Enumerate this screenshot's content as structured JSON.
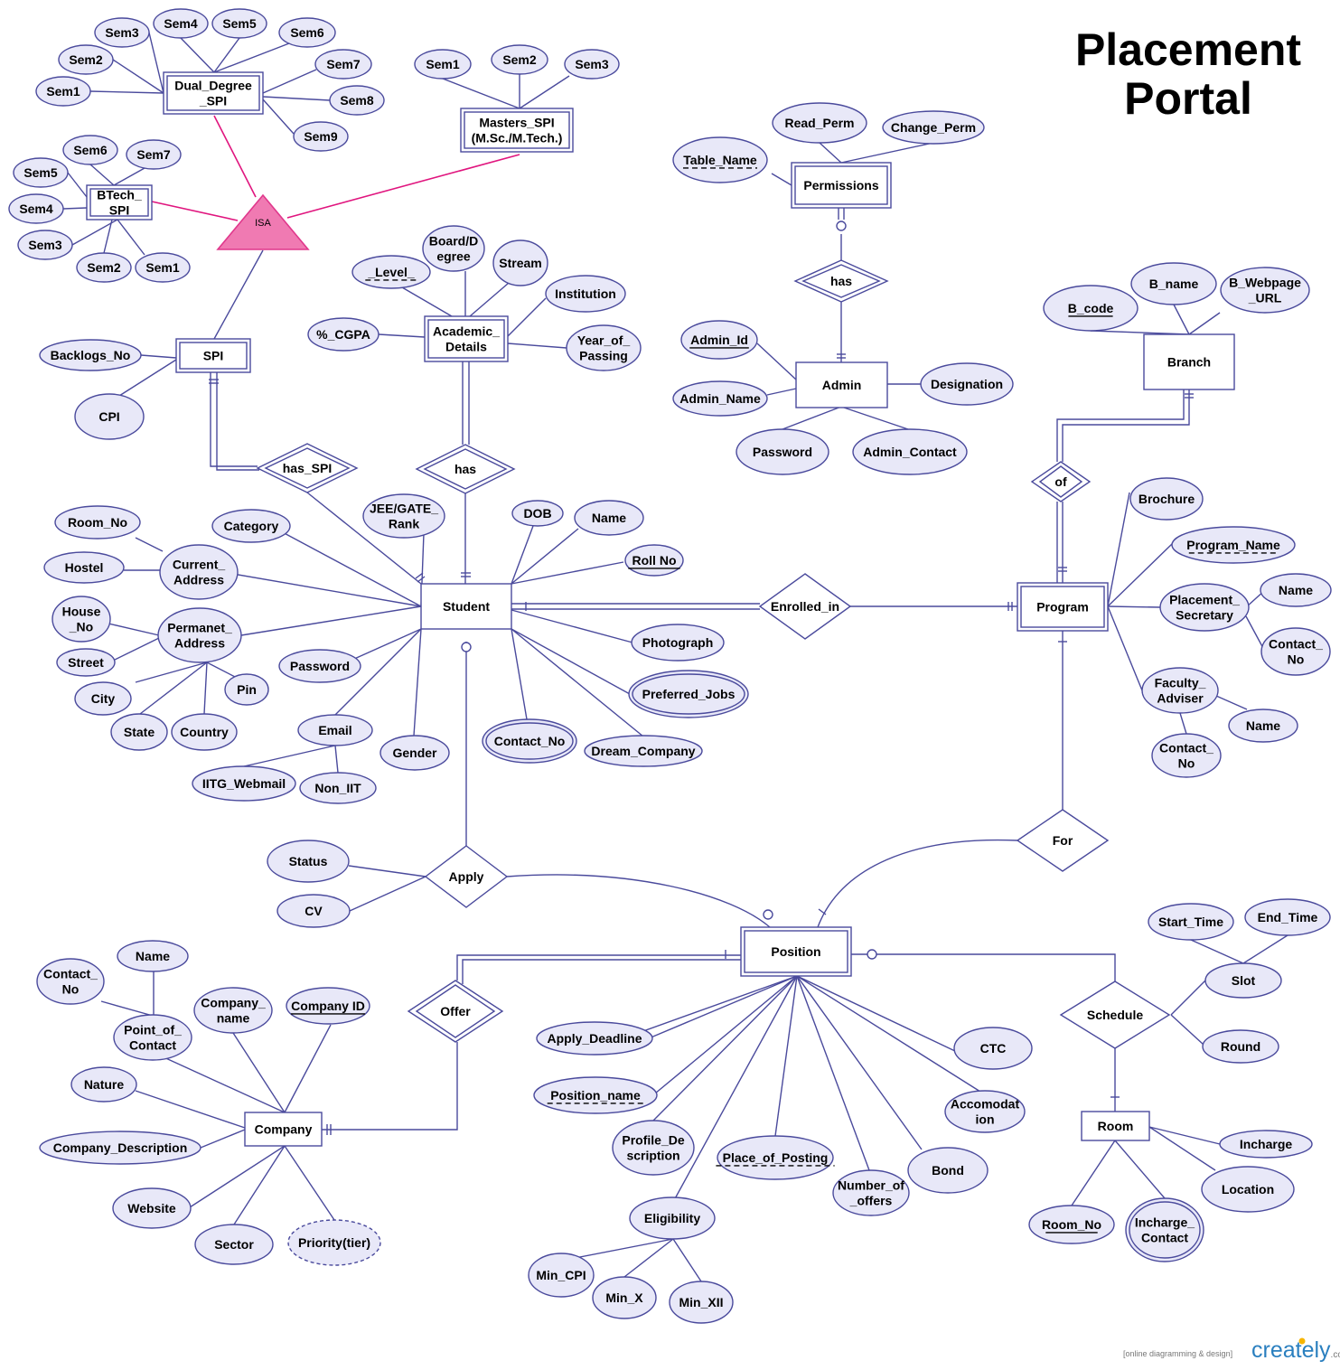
{
  "title": [
    "Placement",
    "Portal"
  ],
  "watermark": "[online diagramming & design]",
  "brand": "creately",
  "brand_suffix": ".com",
  "colors": {
    "stroke": "#4a4a9c",
    "ellipse_fill": "#e8e8f8",
    "isa_fill": "#f07ab2",
    "isa_stroke": "#e0388c",
    "isa_line": "#e0157e"
  },
  "entities": [
    {
      "id": "dual",
      "label": [
        "Dual_Degree",
        "_SPI"
      ],
      "kind": "weak"
    },
    {
      "id": "masters",
      "label": [
        "Masters_SPI",
        "(M.Sc./M.Tech.)"
      ],
      "kind": "weak"
    },
    {
      "id": "btech",
      "label": [
        "BTech_",
        "SPI"
      ],
      "kind": "weak"
    },
    {
      "id": "spi",
      "label": [
        "SPI"
      ],
      "kind": "weak"
    },
    {
      "id": "academic",
      "label": [
        "Academic_",
        "Details"
      ],
      "kind": "weak"
    },
    {
      "id": "permissions",
      "label": [
        "Permissions"
      ],
      "kind": "weak"
    },
    {
      "id": "admin",
      "label": [
        "Admin"
      ],
      "kind": "strong"
    },
    {
      "id": "branch",
      "label": [
        "Branch"
      ],
      "kind": "strong"
    },
    {
      "id": "student",
      "label": [
        "Student"
      ],
      "kind": "strong"
    },
    {
      "id": "program",
      "label": [
        "Program"
      ],
      "kind": "weak"
    },
    {
      "id": "position",
      "label": [
        "Position"
      ],
      "kind": "weak"
    },
    {
      "id": "company",
      "label": [
        "Company"
      ],
      "kind": "strong"
    },
    {
      "id": "room",
      "label": [
        "Room"
      ],
      "kind": "strong"
    }
  ],
  "relationships": [
    {
      "id": "has_spi",
      "label": "has_SPI",
      "kind": "identifying"
    },
    {
      "id": "has_ac",
      "label": "has",
      "kind": "identifying"
    },
    {
      "id": "has_perm",
      "label": "has",
      "kind": "identifying"
    },
    {
      "id": "of",
      "label": "of",
      "kind": "identifying"
    },
    {
      "id": "enrolled",
      "label": "Enrolled_in",
      "kind": "regular"
    },
    {
      "id": "for",
      "label": "For",
      "kind": "regular"
    },
    {
      "id": "apply",
      "label": "Apply",
      "kind": "regular"
    },
    {
      "id": "offer",
      "label": "Offer",
      "kind": "identifying"
    },
    {
      "id": "schedule",
      "label": "Schedule",
      "kind": "regular"
    }
  ],
  "isa": {
    "label": "ISA"
  },
  "attributes": [
    {
      "id": "d_sem1",
      "label": [
        "Sem1"
      ],
      "kind": "normal"
    },
    {
      "id": "d_sem2",
      "label": [
        "Sem2"
      ],
      "kind": "normal"
    },
    {
      "id": "d_sem3",
      "label": [
        "Sem3"
      ],
      "kind": "normal"
    },
    {
      "id": "d_sem4",
      "label": [
        "Sem4"
      ],
      "kind": "normal"
    },
    {
      "id": "d_sem5",
      "label": [
        "Sem5"
      ],
      "kind": "normal"
    },
    {
      "id": "d_sem6",
      "label": [
        "Sem6"
      ],
      "kind": "normal"
    },
    {
      "id": "d_sem7",
      "label": [
        "Sem7"
      ],
      "kind": "normal"
    },
    {
      "id": "d_sem8",
      "label": [
        "Sem8"
      ],
      "kind": "normal"
    },
    {
      "id": "d_sem9",
      "label": [
        "Sem9"
      ],
      "kind": "normal"
    },
    {
      "id": "m_sem1",
      "label": [
        "Sem1"
      ],
      "kind": "normal"
    },
    {
      "id": "m_sem2",
      "label": [
        "Sem2"
      ],
      "kind": "normal"
    },
    {
      "id": "m_sem3",
      "label": [
        "Sem3"
      ],
      "kind": "normal"
    },
    {
      "id": "b_sem6",
      "label": [
        "Sem6"
      ],
      "kind": "normal"
    },
    {
      "id": "b_sem7",
      "label": [
        "Sem7"
      ],
      "kind": "normal"
    },
    {
      "id": "b_sem5",
      "label": [
        "Sem5"
      ],
      "kind": "normal"
    },
    {
      "id": "b_sem4",
      "label": [
        "Sem4"
      ],
      "kind": "normal"
    },
    {
      "id": "b_sem3",
      "label": [
        "Sem3"
      ],
      "kind": "normal"
    },
    {
      "id": "b_sem2",
      "label": [
        "Sem2"
      ],
      "kind": "normal"
    },
    {
      "id": "b_sem1",
      "label": [
        "Sem1"
      ],
      "kind": "normal"
    },
    {
      "id": "backlogs",
      "label": [
        "Backlogs_No"
      ],
      "kind": "normal"
    },
    {
      "id": "cpi",
      "label": [
        "CPI"
      ],
      "kind": "normal"
    },
    {
      "id": "level",
      "label": [
        "_Level_"
      ],
      "kind": "partial"
    },
    {
      "id": "board",
      "label": [
        "Board/D",
        "egree"
      ],
      "kind": "normal"
    },
    {
      "id": "stream",
      "label": [
        "Stream"
      ],
      "kind": "normal"
    },
    {
      "id": "institution",
      "label": [
        "Institution"
      ],
      "kind": "normal"
    },
    {
      "id": "cgpa",
      "label": [
        "%_CGPA"
      ],
      "kind": "normal"
    },
    {
      "id": "yop",
      "label": [
        "Year_of_",
        "Passing"
      ],
      "kind": "normal"
    },
    {
      "id": "read_perm",
      "label": [
        "Read_Perm"
      ],
      "kind": "normal"
    },
    {
      "id": "change_perm",
      "label": [
        "Change_Perm"
      ],
      "kind": "normal"
    },
    {
      "id": "table_name",
      "label": [
        "Table_Name"
      ],
      "kind": "partial"
    },
    {
      "id": "admin_id",
      "label": [
        "Admin_Id"
      ],
      "kind": "key"
    },
    {
      "id": "admin_name",
      "label": [
        "Admin_Name"
      ],
      "kind": "normal"
    },
    {
      "id": "designation",
      "label": [
        "Designation"
      ],
      "kind": "normal"
    },
    {
      "id": "password_a",
      "label": [
        "Password"
      ],
      "kind": "normal"
    },
    {
      "id": "admin_contact",
      "label": [
        "Admin_Contact"
      ],
      "kind": "normal"
    },
    {
      "id": "b_code",
      "label": [
        "B_code"
      ],
      "kind": "key"
    },
    {
      "id": "b_name",
      "label": [
        "B_name"
      ],
      "kind": "normal"
    },
    {
      "id": "b_web",
      "label": [
        "B_Webpage",
        "_URL"
      ],
      "kind": "normal"
    },
    {
      "id": "brochure",
      "label": [
        "Brochure"
      ],
      "kind": "normal"
    },
    {
      "id": "program_name",
      "label": [
        "Program_Name"
      ],
      "kind": "partial"
    },
    {
      "id": "placement_sec",
      "label": [
        "Placement_",
        "Secretary"
      ],
      "kind": "normal"
    },
    {
      "id": "ps_name",
      "label": [
        "Name"
      ],
      "kind": "normal"
    },
    {
      "id": "ps_contact",
      "label": [
        "Contact_",
        "No"
      ],
      "kind": "normal"
    },
    {
      "id": "faculty",
      "label": [
        "Faculty_",
        "Adviser"
      ],
      "kind": "normal"
    },
    {
      "id": "fa_name",
      "label": [
        "Name"
      ],
      "kind": "normal"
    },
    {
      "id": "fa_contact",
      "label": [
        "Contact_",
        "No"
      ],
      "kind": "normal"
    },
    {
      "id": "room_no_s",
      "label": [
        "Room_No"
      ],
      "kind": "normal"
    },
    {
      "id": "hostel",
      "label": [
        "Hostel"
      ],
      "kind": "normal"
    },
    {
      "id": "current_addr",
      "label": [
        "Current_",
        "Address"
      ],
      "kind": "normal"
    },
    {
      "id": "category",
      "label": [
        "Category"
      ],
      "kind": "normal"
    },
    {
      "id": "jee",
      "label": [
        "JEE/GATE_",
        "Rank"
      ],
      "kind": "normal"
    },
    {
      "id": "dob",
      "label": [
        "DOB"
      ],
      "kind": "normal"
    },
    {
      "id": "name_s",
      "label": [
        "Name"
      ],
      "kind": "normal"
    },
    {
      "id": "roll_no",
      "label": [
        "Roll No"
      ],
      "kind": "key"
    },
    {
      "id": "house_no",
      "label": [
        "House",
        "_No"
      ],
      "kind": "normal"
    },
    {
      "id": "street",
      "label": [
        "Street"
      ],
      "kind": "normal"
    },
    {
      "id": "perm_addr",
      "label": [
        "Permanet_",
        "Address"
      ],
      "kind": "normal"
    },
    {
      "id": "city",
      "label": [
        "City"
      ],
      "kind": "normal"
    },
    {
      "id": "state",
      "label": [
        "State"
      ],
      "kind": "normal"
    },
    {
      "id": "country",
      "label": [
        "Country"
      ],
      "kind": "normal"
    },
    {
      "id": "pin",
      "label": [
        "Pin"
      ],
      "kind": "normal"
    },
    {
      "id": "password_s",
      "label": [
        "Password"
      ],
      "kind": "normal"
    },
    {
      "id": "email",
      "label": [
        "Email"
      ],
      "kind": "normal"
    },
    {
      "id": "iitg_webmail",
      "label": [
        "IITG_Webmail"
      ],
      "kind": "normal"
    },
    {
      "id": "non_iit",
      "label": [
        "Non_IIT"
      ],
      "kind": "normal"
    },
    {
      "id": "gender",
      "label": [
        "Gender"
      ],
      "kind": "normal"
    },
    {
      "id": "contact_no_s",
      "label": [
        "Contact_No"
      ],
      "kind": "multi"
    },
    {
      "id": "dream",
      "label": [
        "Dream_Company"
      ],
      "kind": "normal"
    },
    {
      "id": "photograph",
      "label": [
        "Photograph"
      ],
      "kind": "normal"
    },
    {
      "id": "pref_jobs",
      "label": [
        "Preferred_Jobs"
      ],
      "kind": "multi"
    },
    {
      "id": "status",
      "label": [
        "Status"
      ],
      "kind": "normal"
    },
    {
      "id": "cv",
      "label": [
        "CV"
      ],
      "kind": "normal"
    },
    {
      "id": "poc_contact",
      "label": [
        "Contact_",
        "No"
      ],
      "kind": "normal"
    },
    {
      "id": "poc_name",
      "label": [
        "Name"
      ],
      "kind": "normal"
    },
    {
      "id": "poc",
      "label": [
        "Point_of_",
        "Contact"
      ],
      "kind": "normal"
    },
    {
      "id": "company_name",
      "label": [
        "Company_",
        "name"
      ],
      "kind": "normal"
    },
    {
      "id": "company_id",
      "label": [
        "Company ID"
      ],
      "kind": "key"
    },
    {
      "id": "nature",
      "label": [
        "Nature"
      ],
      "kind": "normal"
    },
    {
      "id": "company_desc",
      "label": [
        "Company_Description"
      ],
      "kind": "normal"
    },
    {
      "id": "website",
      "label": [
        "Website"
      ],
      "kind": "normal"
    },
    {
      "id": "sector",
      "label": [
        "Sector"
      ],
      "kind": "normal"
    },
    {
      "id": "priority",
      "label": [
        "Priority(tier)"
      ],
      "kind": "derived"
    },
    {
      "id": "apply_deadline",
      "label": [
        "Apply_Deadline"
      ],
      "kind": "normal"
    },
    {
      "id": "position_name",
      "label": [
        "Position_name"
      ],
      "kind": "partial"
    },
    {
      "id": "profile_desc",
      "label": [
        "Profile_De",
        "scription"
      ],
      "kind": "normal"
    },
    {
      "id": "place_posting",
      "label": [
        "Place_of_Posting"
      ],
      "kind": "partial"
    },
    {
      "id": "eligibility",
      "label": [
        "Eligibility"
      ],
      "kind": "normal"
    },
    {
      "id": "min_cpi",
      "label": [
        "Min_CPI"
      ],
      "kind": "normal"
    },
    {
      "id": "min_x",
      "label": [
        "Min_X"
      ],
      "kind": "normal"
    },
    {
      "id": "min_xii",
      "label": [
        "Min_XII"
      ],
      "kind": "normal"
    },
    {
      "id": "num_offers",
      "label": [
        "Number_of",
        "_offers"
      ],
      "kind": "normal"
    },
    {
      "id": "bond",
      "label": [
        "Bond"
      ],
      "kind": "normal"
    },
    {
      "id": "accomodation",
      "label": [
        "Accomodat",
        "ion"
      ],
      "kind": "normal"
    },
    {
      "id": "ctc",
      "label": [
        "CTC"
      ],
      "kind": "normal"
    },
    {
      "id": "start_time",
      "label": [
        "Start_Time"
      ],
      "kind": "normal"
    },
    {
      "id": "end_time",
      "label": [
        "End_Time"
      ],
      "kind": "normal"
    },
    {
      "id": "slot",
      "label": [
        "Slot"
      ],
      "kind": "normal"
    },
    {
      "id": "round",
      "label": [
        "Round"
      ],
      "kind": "normal"
    },
    {
      "id": "incharge",
      "label": [
        "Incharge"
      ],
      "kind": "normal"
    },
    {
      "id": "location",
      "label": [
        "Location"
      ],
      "kind": "normal"
    },
    {
      "id": "room_no_r",
      "label": [
        "Room_No"
      ],
      "kind": "key"
    },
    {
      "id": "incharge_contact",
      "label": [
        "Incharge_",
        "Contact"
      ],
      "kind": "multi"
    }
  ]
}
